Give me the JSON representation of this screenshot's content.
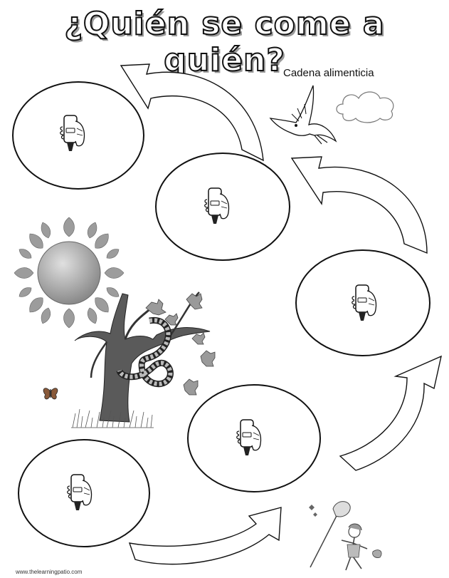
{
  "title": "¿Quién se come a quién?",
  "subtitle": "Cadena alimenticia",
  "footer": "www.thelearningpatio.com",
  "glue_label": "glue",
  "colors": {
    "ink": "#111111",
    "shadow": "#9a9a9a",
    "sun": "#a8a8a8",
    "trunk": "#555555",
    "leaf": "#8a8a8a",
    "butterfly": "#7a4a2a"
  },
  "icons": [
    "glue-stick-hand-icon",
    "arrow-icon",
    "sun-icon",
    "tree-icon",
    "snake-icon",
    "eagle-icon",
    "cloud-icon",
    "butterfly-icon",
    "grass-icon",
    "child-with-net-icon"
  ]
}
